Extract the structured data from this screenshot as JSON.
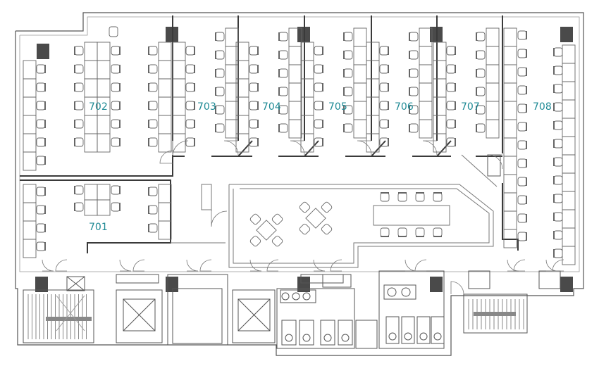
{
  "rooms": [
    {
      "id": "701",
      "label": "701"
    },
    {
      "id": "702",
      "label": "702"
    },
    {
      "id": "703",
      "label": "703"
    },
    {
      "id": "704",
      "label": "704"
    },
    {
      "id": "705",
      "label": "705"
    },
    {
      "id": "706",
      "label": "706"
    },
    {
      "id": "707",
      "label": "707"
    },
    {
      "id": "708",
      "label": "708"
    }
  ],
  "colors": {
    "wall": "#3a3a3a",
    "line": "#555555",
    "pillar": "#4a4a4a",
    "label": "#1f8a95"
  }
}
